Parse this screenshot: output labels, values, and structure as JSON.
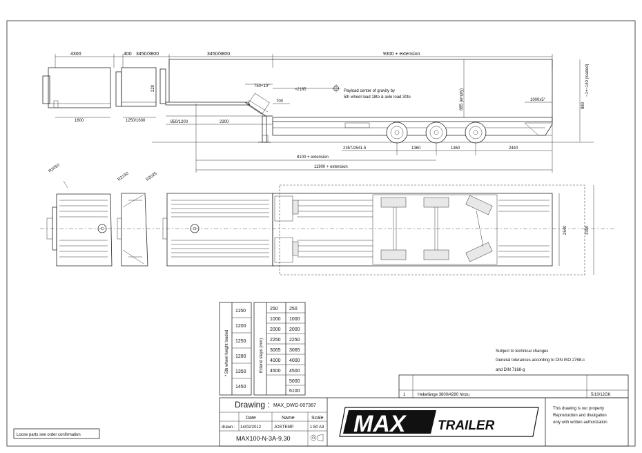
{
  "side_view_dims": {
    "gooseneck_length": "4300",
    "neck_short": "400",
    "neck_range_a": "3450/3800",
    "neck_range_b": "3450/3800",
    "deck_length": "9300 + extension",
    "ramp_angle": "750+10°",
    "cog_offset": "≈2185",
    "payload_note_line1": "Payload center of gravity by",
    "payload_note_line2": "5th wheel load 18to & axle load 30to",
    "height_700": "700",
    "height_885": "885 (empty)",
    "rear_ramp": "1000x5°",
    "axle_spacing_a": "1360",
    "axle_spacing_b": "1360",
    "rear_overhang": "2440",
    "front_axle_ref": "2357/2541.5",
    "len_8100": "8100 + extension",
    "len_11900": "11900 + extension",
    "left_1600": "1600",
    "mid_1250": "1250/1600",
    "kp_850": "850/1200",
    "kp_2300": "2300",
    "height_220": "220",
    "height_880": "880",
    "height_right": "~1+~140 (loaded)"
  },
  "plan_view_dims": {
    "radius_a": "R2050",
    "radius_b": "R2150",
    "radius_c": "R2025",
    "width_2540": "2540",
    "width_3300": "3300"
  },
  "table_a": {
    "label": "* 5th wheel height loaded",
    "values": [
      "1150",
      "1200",
      "1250",
      "1280",
      "1350",
      "1450"
    ]
  },
  "table_b": {
    "label": "Extend steps (mm)",
    "col1": [
      "250",
      "1000",
      "2000",
      "2250",
      "3065",
      "4000",
      "4500"
    ],
    "col2": [
      "250",
      "1000",
      "2000",
      "2250",
      "3065",
      "4000",
      "4500",
      "5000",
      "6100"
    ]
  },
  "notes": {
    "line1": "Subject to technical changes",
    "line2": "General tolerances according to DIN ISO 2768-c",
    "line3": "and DIN 7168-g"
  },
  "revision": {
    "index": "1",
    "text": "Hebelänge 3800/4280 hinzu",
    "date": "5/10/12GK"
  },
  "title_block": {
    "drawing_label": "Drawing :",
    "drawing_no": "MAX_DWG-007367",
    "col_date": "Date",
    "col_name": "Name",
    "col_scale": "Scale",
    "row_label": "drawn :",
    "date": "14/02/2012",
    "name": "JOSTEMP",
    "scale": "1:50",
    "paper": "A3",
    "model": "MAX100-N-3A-9.30",
    "brand_max": "MAX",
    "brand_trailer": "TRAILER",
    "property_line1": "This drawing is our property",
    "property_line2": "Reproduction and divulgation",
    "property_line3": "only with written authorization"
  },
  "loose_parts_note": "Loose parts see order confirmation"
}
